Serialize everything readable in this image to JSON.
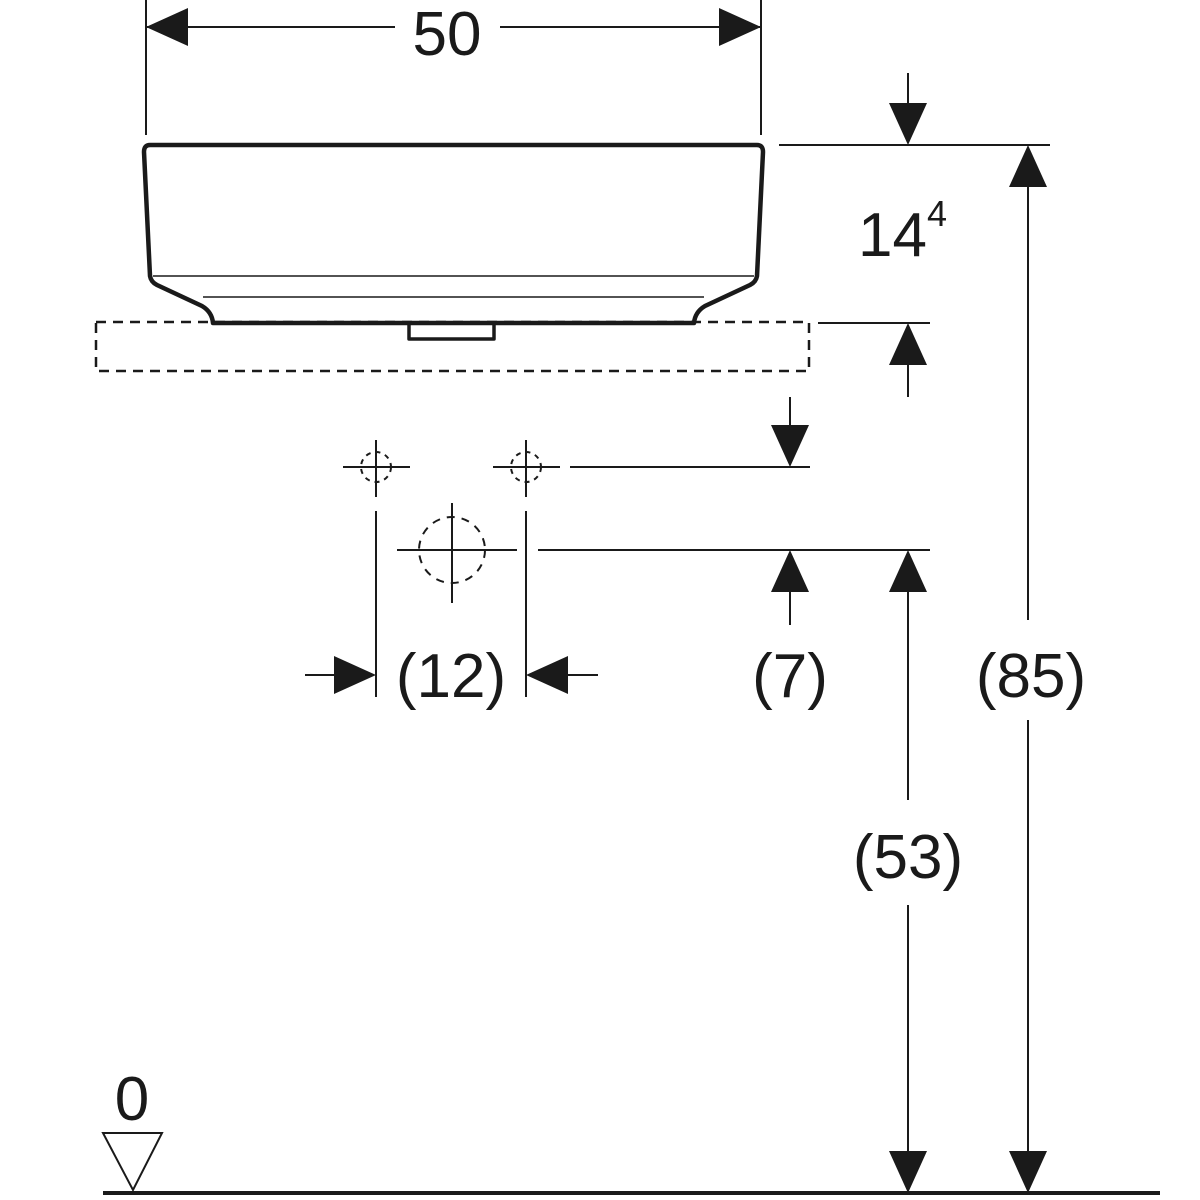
{
  "dimensions": {
    "width": "50",
    "basin_height_main": "14",
    "basin_height_sup": "4",
    "tap_spacing": "(12)",
    "tap_offset": "(7)",
    "outlet_height": "(53)",
    "total_height": "(85)",
    "floor_level": "0"
  },
  "colors": {
    "line": "#1a1a1a",
    "background": "#ffffff"
  }
}
